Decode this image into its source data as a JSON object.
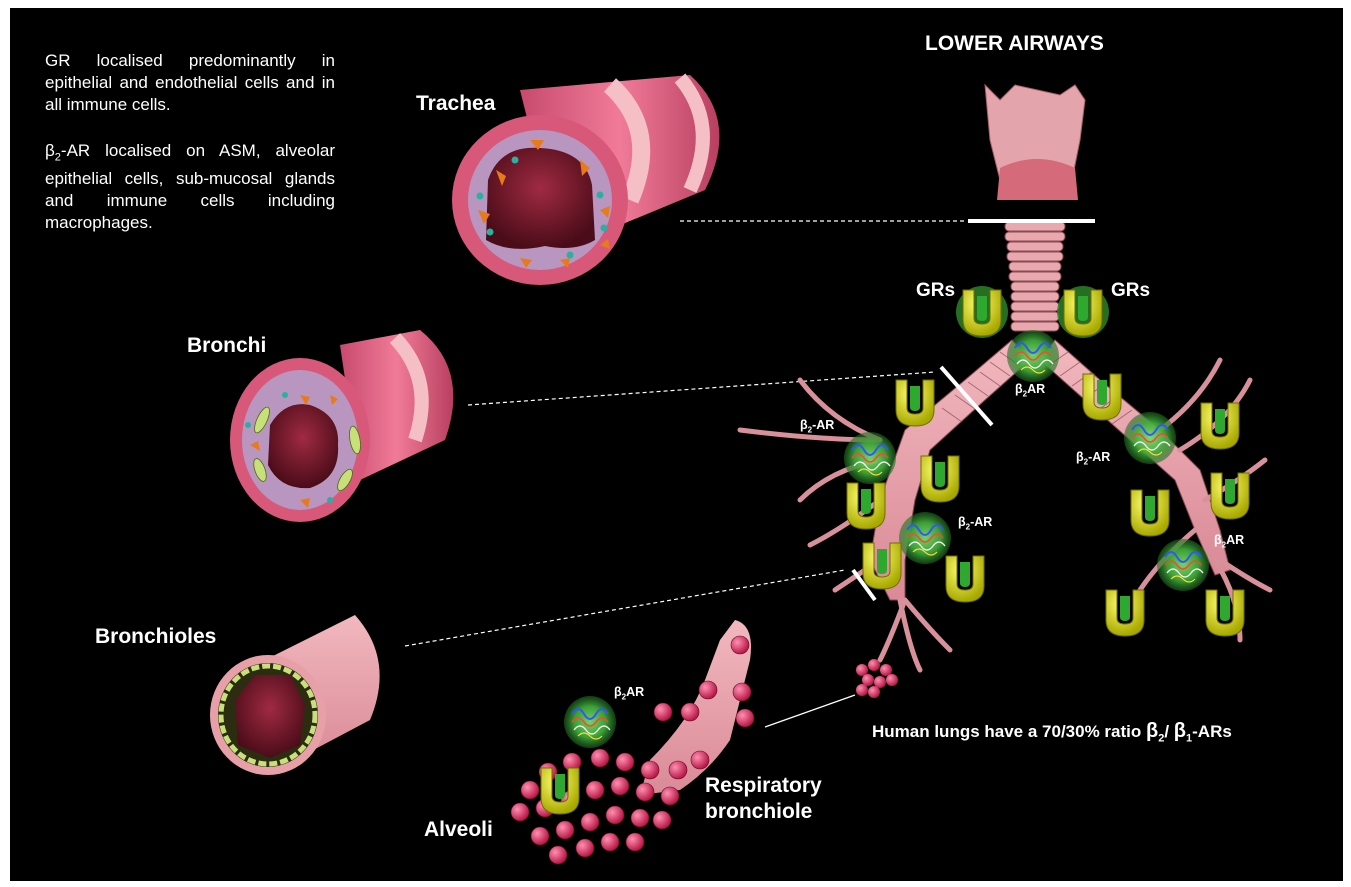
{
  "notes": {
    "gr": "GR localised predominantly in epithelial and endothelial cells and in all immune cells.",
    "b2ar_prefix": "β",
    "b2ar_sub": "2",
    "b2ar_rest": "-AR localised on ASM, alveolar epithelial cells, sub-mucosal glands and immune cells including macrophages."
  },
  "title": "LOWER AIRWAYS",
  "labels": {
    "trachea": "Trachea",
    "bronchi": "Bronchi",
    "bronchioles": "Bronchioles",
    "alveoli": "Alveoli",
    "respiratory_bronchiole": "Respiratory bronchiole",
    "grs": "GRs"
  },
  "receptor_labels": {
    "beta": "β",
    "two": "2",
    "b2_ar_suffix": "-AR",
    "b2ar_suffix": "AR"
  },
  "ratio": {
    "prefix": "Human lungs have a 70/30% ratio ",
    "beta": "β",
    "sub2": "2",
    "slash": "/ ",
    "sub1": "1",
    "suffix": "-ARs"
  },
  "colors": {
    "background": "#000000",
    "airway_pink": "#e8a0a8",
    "airway_dark": "#d25a78",
    "lumen": "#7a1a2e",
    "gr_yellow": "#d8d800",
    "gr_green": "#3fa83a",
    "alveoli_red": "#d8285a"
  }
}
